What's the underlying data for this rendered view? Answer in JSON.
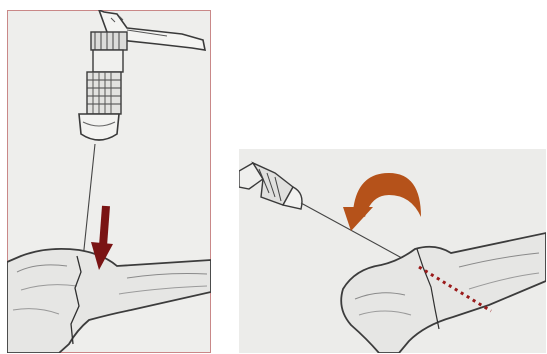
{
  "figure": {
    "panels": [
      {
        "name": "wire-insertion-view",
        "depicts": [
          "wire-driver",
          "k-wire",
          "bone",
          "fracture-line"
        ],
        "annotation": {
          "kind": "arrow",
          "color": "#7a1414",
          "direction": "down"
        }
      },
      {
        "name": "rotation-view",
        "depicts": [
          "wire-driver",
          "k-wire",
          "bone",
          "osteotomy-line"
        ],
        "annotations": [
          {
            "kind": "curved-rotation-arrow",
            "color": "#b5521a"
          },
          {
            "kind": "dotted-line",
            "color": "#9a1a1a"
          }
        ]
      }
    ],
    "colors": {
      "background": "#f2f2f0",
      "paper": "#ececea",
      "pencil": "#4a4a4a",
      "panel_border": "#c47a7a"
    }
  }
}
